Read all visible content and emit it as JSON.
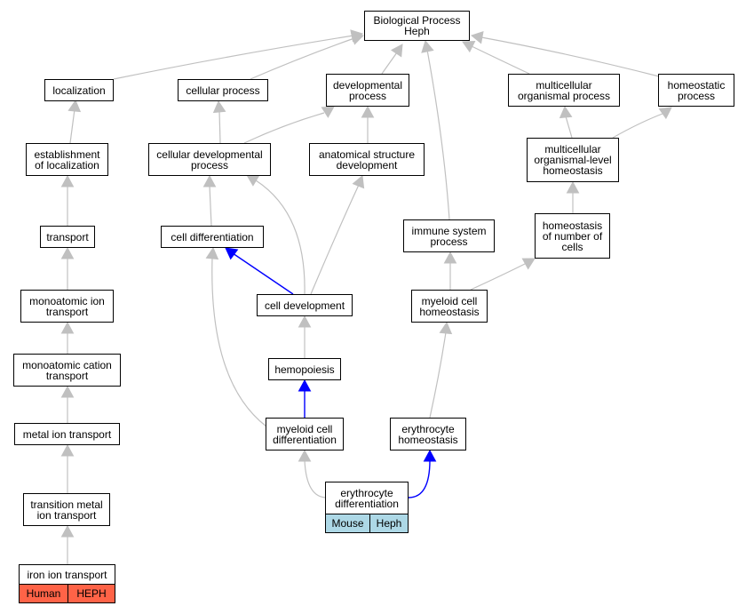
{
  "nodes": {
    "bp": "Biological Process\nHeph",
    "localization": "localization",
    "cellular_process": "cellular process",
    "developmental_process": "developmental\nprocess",
    "multicellular_organismal_process": "multicellular\norganismal process",
    "homeostatic_process": "homeostatic\nprocess",
    "establishment_of_localization": "establishment\nof localization",
    "cellular_developmental_process": "cellular developmental\nprocess",
    "anatomical_structure_development": "anatomical structure\ndevelopment",
    "multicellular_organismal_level_homeostasis": "multicellular\norganismal-level\nhomeostasis",
    "transport": "transport",
    "cell_differentiation": "cell differentiation",
    "immune_system_process": "immune system\nprocess",
    "homeostasis_of_number_of_cells": "homeostasis\nof number of\ncells",
    "cell_development": "cell development",
    "monoatomic_ion_transport": "monoatomic ion\ntransport",
    "myeloid_cell_homeostasis": "myeloid cell\nhomeostasis",
    "monoatomic_cation_transport": "monoatomic cation\ntransport",
    "hemopoiesis": "hemopoiesis",
    "metal_ion_transport": "metal ion transport",
    "myeloid_cell_differentiation": "myeloid cell\ndifferentiation",
    "erythrocyte_homeostasis": "erythrocyte\nhomeostasis",
    "erythrocyte_differentiation": "erythrocyte\ndifferentiation",
    "transition_metal_ion_transport": "transition metal\nion transport",
    "iron_ion_transport": "iron ion transport"
  },
  "annotations": {
    "erythrocyte_differentiation": {
      "species": "Mouse",
      "gene": "Heph",
      "color": "#add8e6"
    },
    "iron_ion_transport": {
      "species": "Human",
      "gene": "HEPH",
      "color": "#ff6347"
    }
  },
  "colors": {
    "edge_default": "#c0c0c0",
    "edge_highlight": "#0000ff"
  }
}
